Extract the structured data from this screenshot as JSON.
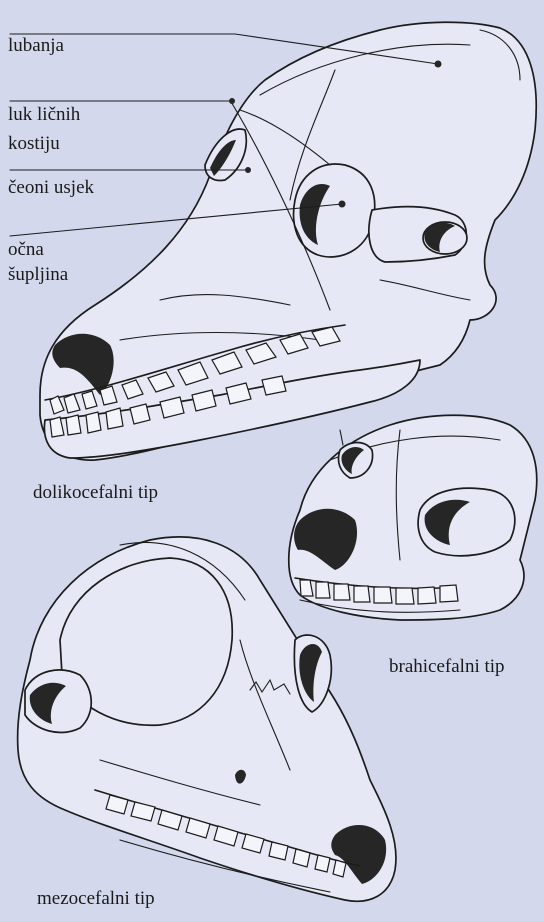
{
  "labels": {
    "skull": "lubanja",
    "zygomatic_arch_line1": "luk ličnih",
    "zygomatic_arch_line2": "kostiju",
    "frontal_notch": "čeoni usjek",
    "orbit_line1": "očna",
    "orbit_line2": "šupljina"
  },
  "captions": {
    "dolichocephalic": "dolikocefalni tip",
    "brachycephalic": "brahicefalni tip",
    "mesocephalic": "mezocefalni tip"
  }
}
